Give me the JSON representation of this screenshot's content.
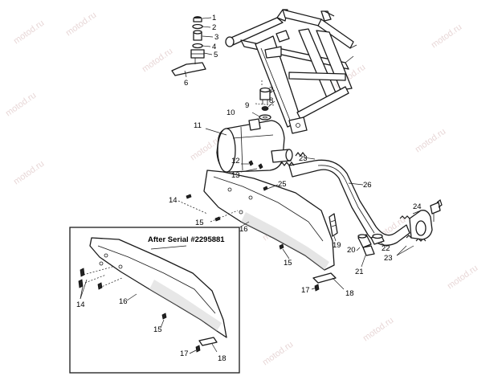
{
  "watermark": "motod.ru",
  "inset": {
    "title": "After Serial #2295881"
  },
  "callouts": {
    "c1": "1",
    "c2": "2",
    "c3": "3",
    "c4": "4",
    "c5": "5",
    "c6": "6",
    "c7": "7",
    "c8": "8",
    "c9": "9",
    "c10": "10",
    "c11": "11",
    "c12": "12",
    "c13": "13",
    "c14": "14",
    "c15a": "15",
    "c15b": "15",
    "c16": "16",
    "c17": "17",
    "c18": "18",
    "c19": "19",
    "c20": "20",
    "c21": "21",
    "c22": "22",
    "c23a": "23",
    "c23b": "23",
    "c24": "24",
    "c25": "25",
    "c26": "26",
    "i14": "14",
    "i15": "15",
    "i16": "16",
    "i17": "17",
    "i18": "18"
  }
}
